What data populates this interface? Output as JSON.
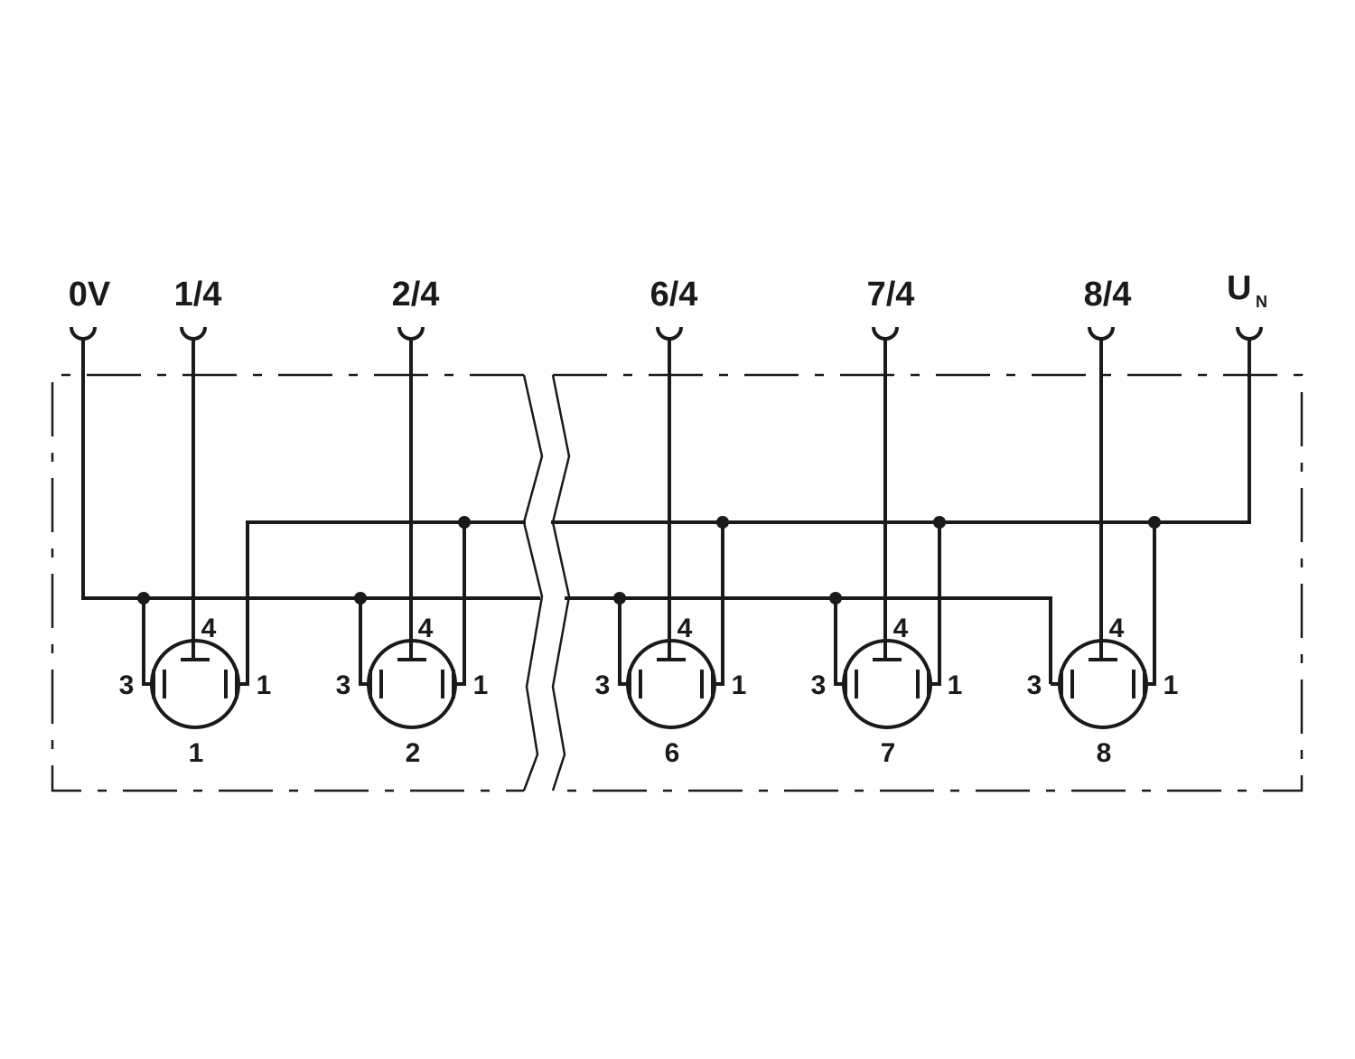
{
  "terminals": {
    "zero_v": "0V",
    "t1": "1/4",
    "t2": "2/4",
    "t6": "6/4",
    "t7": "7/4",
    "t8": "8/4",
    "un_main": "U",
    "un_sub": "N"
  },
  "pins": {
    "top": "4",
    "left": "3",
    "right": "1"
  },
  "connectors": [
    {
      "number": "1"
    },
    {
      "number": "2"
    },
    {
      "number": "6"
    },
    {
      "number": "7"
    },
    {
      "number": "8"
    }
  ]
}
